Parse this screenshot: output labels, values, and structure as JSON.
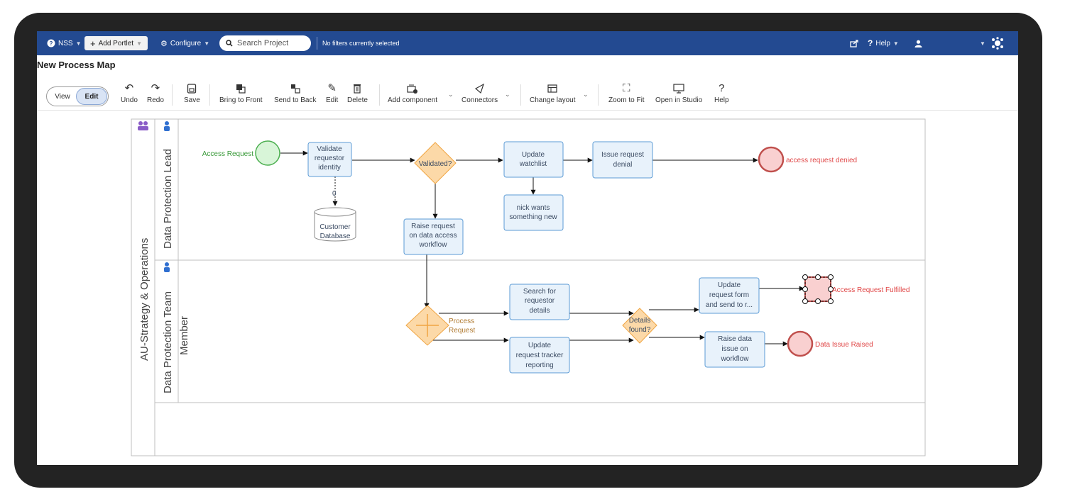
{
  "topbar": {
    "nss_label": "NSS",
    "add_portlet_label": "Add Portlet",
    "configure_label": "Configure",
    "search_placeholder": "Search Project",
    "filters_text": "No filters currently selected",
    "help_label": "Help"
  },
  "page": {
    "title": "New Process Map"
  },
  "toolbar": {
    "view_label": "View",
    "edit_label": "Edit",
    "undo": "Undo",
    "redo": "Redo",
    "save": "Save",
    "bring_to_front": "Bring to Front",
    "send_to_back": "Send to Back",
    "edit": "Edit",
    "delete": "Delete",
    "add_component": "Add component",
    "connectors": "Connectors",
    "change_layout": "Change layout",
    "zoom_to_fit": "Zoom to Fit",
    "open_in_studio": "Open in Studio",
    "help": "Help"
  },
  "diagram": {
    "pool_label": "AU-Strategy & Operations",
    "lane1_label": "Data Protection Lead",
    "lane2_label": "Data Protection Team",
    "lane2_sublabel": "Member",
    "access_request_label": "Access Request",
    "validate_task": [
      "Validate",
      "requestor",
      "identity"
    ],
    "association_label": "0",
    "customer_db": [
      "Customer",
      "Database"
    ],
    "validated_gateway": "Validated?",
    "update_watchlist": [
      "Update",
      "watchlist"
    ],
    "issue_denial": [
      "Issue request",
      "denial"
    ],
    "denied_label": "access request denied",
    "nick_task": [
      "nick wants",
      "something new"
    ],
    "raise_request": [
      "Raise request",
      "on data access",
      "workflow"
    ],
    "process_request_label": [
      "Process",
      "Request"
    ],
    "search_requestor": [
      "Search for",
      "requestor",
      "details"
    ],
    "update_tracker": [
      "Update",
      "request tracker",
      "reporting"
    ],
    "details_found": [
      "Details",
      "found?"
    ],
    "update_form": [
      "Update",
      "request form",
      "and send to r..."
    ],
    "fulfilled_label": "Access Request Fulfilled",
    "raise_issue": [
      "Raise data",
      "issue on",
      "workflow"
    ],
    "issue_raised_label": "Data Issue Raised"
  },
  "colors": {
    "topbar": "#234a91",
    "task_fill": "#e8f2fb",
    "task_stroke": "#5b9bd5",
    "gateway_fill": "#fcd9a8",
    "gateway_stroke": "#f0a542",
    "start_fill": "#d8f5d8",
    "start_stroke": "#4caf50",
    "end_fill": "#f9d0d0",
    "end_stroke": "#c0504d",
    "start_text": "#3a9a3a",
    "end_text": "#e04848"
  },
  "icons": [
    "nss-icon",
    "plus-icon",
    "gear-icon",
    "search-icon",
    "share-icon",
    "help-icon",
    "user-icon",
    "logo-icon"
  ]
}
